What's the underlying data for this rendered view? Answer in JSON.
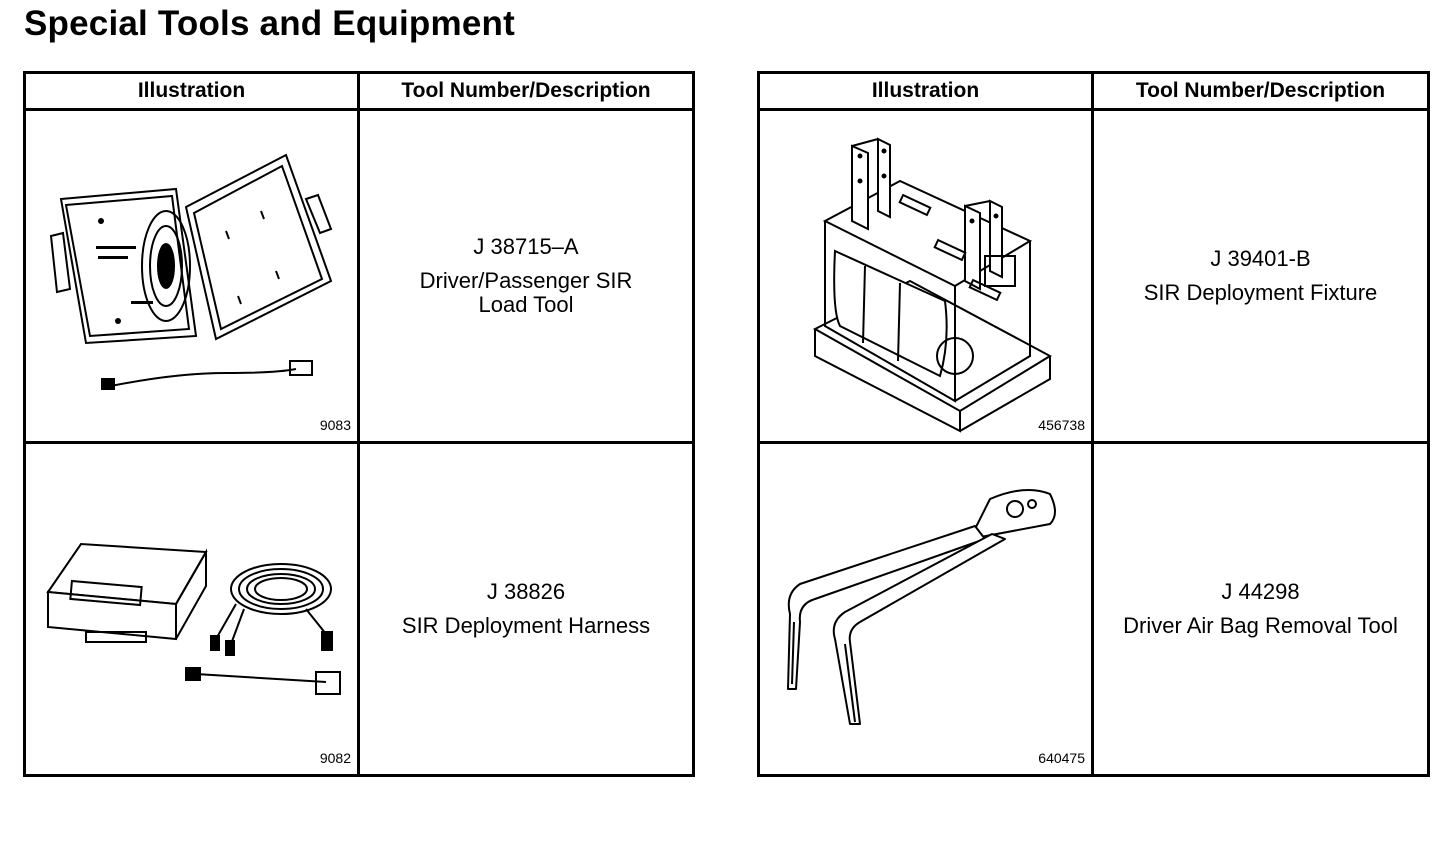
{
  "page": {
    "title": "Special Tools and Equipment"
  },
  "tables": [
    {
      "headers": {
        "illustration": "Illustration",
        "description": "Tool Number/Description"
      },
      "rows": [
        {
          "tool_number": "J 38715–A",
          "description": "Driver/Passenger SIR\nLoad Tool",
          "figure": "9083",
          "icon": "sir-load-tool-case-icon"
        },
        {
          "tool_number": "J 38826",
          "description": "SIR Deployment Harness",
          "figure": "9082",
          "icon": "deployment-harness-kit-icon"
        }
      ]
    },
    {
      "headers": {
        "illustration": "Illustration",
        "description": "Tool Number/Description"
      },
      "rows": [
        {
          "tool_number": "J 39401-B",
          "description": "SIR Deployment Fixture",
          "figure": "456738",
          "icon": "deployment-fixture-icon"
        },
        {
          "tool_number": "J 44298",
          "description": "Driver Air Bag Removal Tool",
          "figure": "640475",
          "icon": "air-bag-removal-tool-icon"
        }
      ]
    }
  ]
}
